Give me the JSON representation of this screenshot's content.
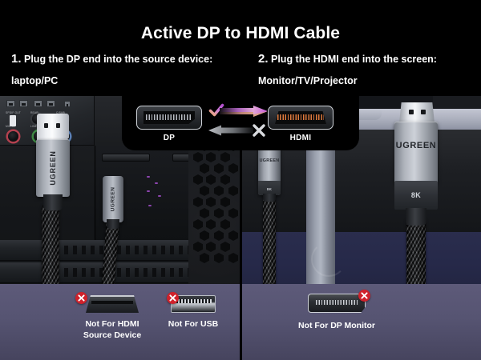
{
  "header": {
    "title": "Active DP to HDMI Cable",
    "steps": [
      {
        "num": "1.",
        "line1": "Plug the DP end into the source device:",
        "line2": "laptop/PC"
      },
      {
        "num": "2.",
        "line1": "Plug the HDMI end into the screen:",
        "line2": "Monitor/TV/Projector"
      }
    ]
  },
  "diagram": {
    "source_port_label": "DP",
    "target_port_label": "HDMI",
    "allowed_direction_icon": "check-icon",
    "blocked_direction_icon": "x-icon",
    "allowed_arrow_icon": "arrow-right-icon",
    "blocked_arrow_icon": "arrow-left-icon"
  },
  "panels": {
    "left": {
      "connector_brand": "UGREEN",
      "mini_connector_brand": "UGREEN",
      "io_labels": [
        "SPDIF OUT",
        "REAR",
        "C/SUB",
        "MIC IN",
        "LINE OUT",
        "LINE IN"
      ]
    },
    "right": {
      "connector_brand": "UGREEN",
      "connector_spec": "8K",
      "mini_connector_brand": "UGREEN",
      "mini_connector_spec": "8K"
    }
  },
  "warnings": [
    {
      "label_line1": "Not For HDMI",
      "label_line2": "Source Device",
      "port": "hdmi",
      "badge": "x-icon"
    },
    {
      "label_line1": "Not For USB",
      "label_line2": "",
      "port": "usb",
      "badge": "x-icon"
    },
    {
      "label_line1": "Not For DP Monitor",
      "label_line2": "",
      "port": "dp",
      "badge": "x-icon"
    }
  ],
  "colors": {
    "background": "#000000",
    "text": "#ffffff",
    "warn_band": "#565472",
    "badge_red": "#d0212b",
    "accent_magenta": "#c46fd6",
    "accent_gold": "#e8a85e",
    "metal_light": "#cdd1d8"
  }
}
